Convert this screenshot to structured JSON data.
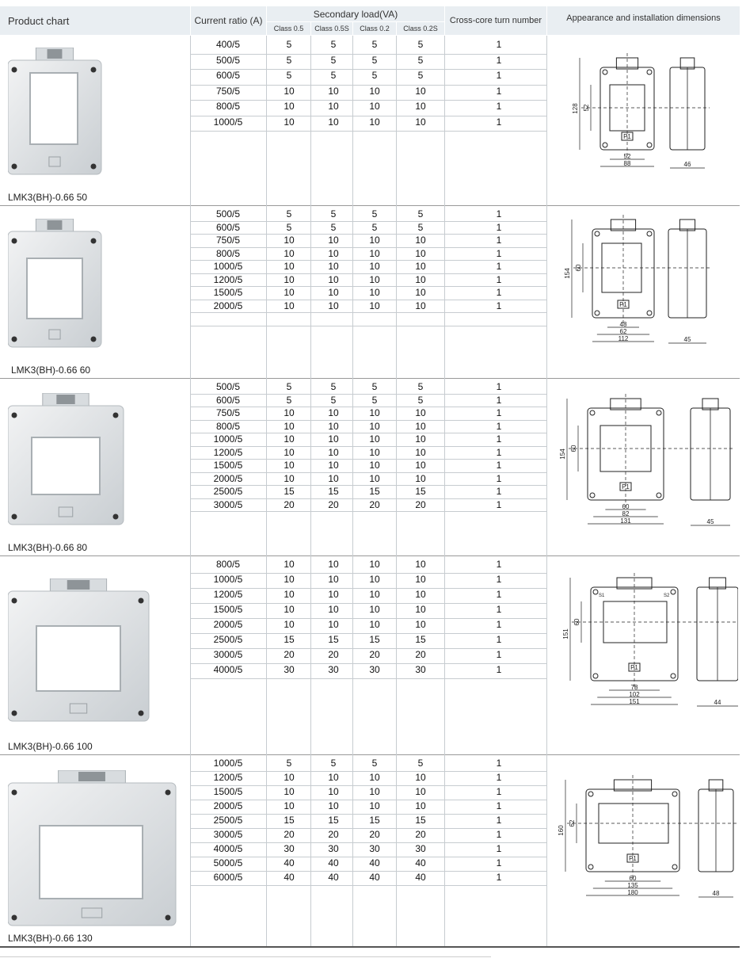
{
  "header": {
    "product_chart": "Product chart",
    "current_ratio": "Current ratio (A)",
    "secondary_load": "Secondary load(VA)",
    "classes": [
      "Class 0.5",
      "Class 0.5S",
      "Class 0.2",
      "Class 0.2S"
    ],
    "turns": "Cross-core turn number",
    "appearance": "Appearance and installation dimensions"
  },
  "sections": [
    {
      "label": "LMK3(BH)-0.66   50",
      "rows": [
        [
          "400/5",
          "5",
          "5",
          "5",
          "5",
          "1"
        ],
        [
          "500/5",
          "5",
          "5",
          "5",
          "5",
          "1"
        ],
        [
          "600/5",
          "5",
          "5",
          "5",
          "5",
          "1"
        ],
        [
          "750/5",
          "10",
          "10",
          "10",
          "10",
          "1"
        ],
        [
          "800/5",
          "10",
          "10",
          "10",
          "10",
          "1"
        ],
        [
          "1000/5",
          "10",
          "10",
          "10",
          "10",
          "1"
        ]
      ],
      "dims": {
        "height": "128",
        "window_h": "52",
        "window_w": "52",
        "width": "88",
        "depth": "46",
        "label": "P1"
      }
    },
    {
      "label": "LMK3(BH)-0.66   60",
      "rows": [
        [
          "500/5",
          "5",
          "5",
          "5",
          "5",
          "1"
        ],
        [
          "600/5",
          "5",
          "5",
          "5",
          "5",
          "1"
        ],
        [
          "750/5",
          "10",
          "10",
          "10",
          "10",
          "1"
        ],
        [
          "800/5",
          "10",
          "10",
          "10",
          "10",
          "1"
        ],
        [
          "1000/5",
          "10",
          "10",
          "10",
          "10",
          "1"
        ],
        [
          "1200/5",
          "10",
          "10",
          "10",
          "10",
          "1"
        ],
        [
          "1500/5",
          "10",
          "10",
          "10",
          "10",
          "1"
        ],
        [
          "2000/5",
          "10",
          "10",
          "10",
          "10",
          "1"
        ]
      ],
      "dims": {
        "height": "154",
        "window_h": "60",
        "inner1": "48",
        "inner2": "62",
        "width": "112",
        "depth": "45",
        "label": "P1"
      }
    },
    {
      "label": "LMK3(BH)-0.66  80",
      "rows": [
        [
          "500/5",
          "5",
          "5",
          "5",
          "5",
          "1"
        ],
        [
          "600/5",
          "5",
          "5",
          "5",
          "5",
          "1"
        ],
        [
          "750/5",
          "10",
          "10",
          "10",
          "10",
          "1"
        ],
        [
          "800/5",
          "10",
          "10",
          "10",
          "10",
          "1"
        ],
        [
          "1000/5",
          "10",
          "10",
          "10",
          "10",
          "1"
        ],
        [
          "1200/5",
          "10",
          "10",
          "10",
          "10",
          "1"
        ],
        [
          "1500/5",
          "10",
          "10",
          "10",
          "10",
          "1"
        ],
        [
          "2000/5",
          "10",
          "10",
          "10",
          "10",
          "1"
        ],
        [
          "2500/5",
          "15",
          "15",
          "15",
          "15",
          "1"
        ],
        [
          "3000/5",
          "20",
          "20",
          "20",
          "20",
          "1"
        ]
      ],
      "dims": {
        "height": "154",
        "window_h": "60",
        "inner1": "60",
        "inner2": "82",
        "width": "131",
        "depth": "45",
        "label": "P1"
      }
    },
    {
      "label": "LMK3(BH)-0.66  100",
      "rows": [
        [
          "800/5",
          "10",
          "10",
          "10",
          "10",
          "1"
        ],
        [
          "1000/5",
          "10",
          "10",
          "10",
          "10",
          "1"
        ],
        [
          "1200/5",
          "10",
          "10",
          "10",
          "10",
          "1"
        ],
        [
          "1500/5",
          "10",
          "10",
          "10",
          "10",
          "1"
        ],
        [
          "2000/5",
          "10",
          "10",
          "10",
          "10",
          "1"
        ],
        [
          "2500/5",
          "15",
          "15",
          "15",
          "15",
          "1"
        ],
        [
          "3000/5",
          "20",
          "20",
          "20",
          "20",
          "1"
        ],
        [
          "4000/5",
          "30",
          "30",
          "30",
          "30",
          "1"
        ]
      ],
      "dims": {
        "height": "151",
        "window_h": "60",
        "inner1": "78",
        "inner2": "102",
        "width": "151",
        "depth": "44",
        "label": "P1",
        "s1": "S1",
        "s2": "S2"
      }
    },
    {
      "label": "LMK3(BH)-0.66  130",
      "rows": [
        [
          "1000/5",
          "5",
          "5",
          "5",
          "5",
          "1"
        ],
        [
          "1200/5",
          "10",
          "10",
          "10",
          "10",
          "1"
        ],
        [
          "1500/5",
          "10",
          "10",
          "10",
          "10",
          "1"
        ],
        [
          "2000/5",
          "10",
          "10",
          "10",
          "10",
          "1"
        ],
        [
          "2500/5",
          "15",
          "15",
          "15",
          "15",
          "1"
        ],
        [
          "3000/5",
          "20",
          "20",
          "20",
          "20",
          "1"
        ],
        [
          "4000/5",
          "30",
          "30",
          "30",
          "30",
          "1"
        ],
        [
          "5000/5",
          "40",
          "40",
          "40",
          "40",
          "1"
        ],
        [
          "6000/5",
          "40",
          "40",
          "40",
          "40",
          "1"
        ]
      ],
      "dims": {
        "height": "160",
        "window_h": "62",
        "inner1": "60",
        "inner2": "135",
        "width": "180",
        "depth": "48",
        "label": "P1"
      }
    }
  ]
}
